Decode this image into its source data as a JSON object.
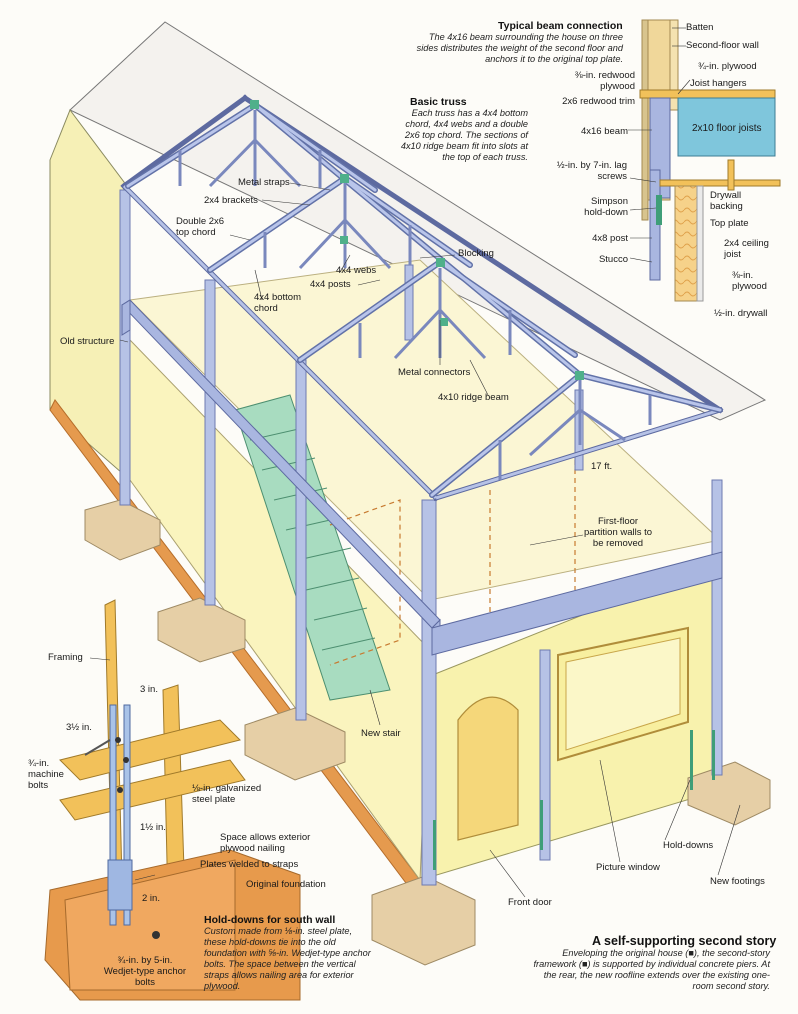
{
  "beam_connection": {
    "title": "Typical beam connection",
    "text": "The 4x16 beam surrounding the house on three sides distributes the weight of the second floor and anchors it to the original top plate.",
    "labels": {
      "batten": "Batten",
      "second_floor_wall": "Second-floor wall",
      "plywood_34": "¾-in. plywood",
      "joist_hangers": "Joist hangers",
      "redwood_plywood": "⅜-in. redwood plywood",
      "redwood_trim": "2x6 redwood trim",
      "beam_4x16": "4x16 beam",
      "floor_joists": "2x10 floor joists",
      "lag_screws": "½-in. by 7-in. lag screws",
      "drywall_backing": "Drywall backing",
      "simpson": "Simpson hold-down",
      "top_plate": "Top plate",
      "post_4x8": "4x8 post",
      "ceiling_joist": "2x4 ceiling joist",
      "stucco": "Stucco",
      "plywood_38": "⅜-in. plywood",
      "drywall": "½-in. drywall"
    }
  },
  "basic_truss": {
    "title": "Basic truss",
    "text": "Each truss has a 4x4 bottom chord, 4x4 webs and a double 2x6 top chord. The sections of 4x10 ridge beam fit into slots at the top of each truss."
  },
  "main_labels": {
    "metal_straps": "Metal straps",
    "brackets": "2x4 brackets",
    "top_chord": "Double 2x6 top chord",
    "blocking": "Blocking",
    "webs": "4x4 webs",
    "posts": "4x4 posts",
    "bottom_chord": "4x4 bottom chord",
    "old_structure": "Old structure",
    "metal_connectors": "Metal connectors",
    "ridge_beam": "4x10 ridge beam",
    "span": "17 ft.",
    "partition": "First-floor partition walls to be removed",
    "new_stair": "New stair",
    "front_door": "Front door",
    "picture_window": "Picture window",
    "hold_downs": "Hold-downs",
    "new_footings": "New footings"
  },
  "hold_down_detail": {
    "title": "Hold-downs for south wall",
    "text": "Custom made from ⅛-in. steel plate, these hold-downs tie into the old foundation with ⅝-in. Wedjet-type anchor bolts. The space between the vertical straps allows nailing area for exterior plywood.",
    "labels": {
      "framing": "Framing",
      "three_in": "3 in.",
      "three_half": "3½ in.",
      "machine_bolts": "¾-in. machine bolts",
      "galvanized": "⅛-in. galvanized steel plate",
      "one_half": "1½ in.",
      "space": "Space allows exterior plywood nailing",
      "plates_welded": "Plates welded to straps",
      "original_foundation": "Original foundation",
      "two_in": "2 in.",
      "anchor_bolts": "¾-in. by 5-in. Wedjet-type anchor bolts"
    }
  },
  "caption": {
    "title": "A self-supporting second story",
    "text": "Enveloping the original house (■), the second-story framework (■) is supported by individual concrete piers. At the rear, the new roofline extends over the existing one-room second story."
  },
  "colors": {
    "frame_blue": "#a9b6e0",
    "house_yellow": "#f7f0a6",
    "foundation_orange": "#e79a4c",
    "stair_green": "#a8dcc0",
    "concrete": "#e6cfa6",
    "joist_cyan": "#7fc6dc",
    "wood": "#f2c15a"
  }
}
